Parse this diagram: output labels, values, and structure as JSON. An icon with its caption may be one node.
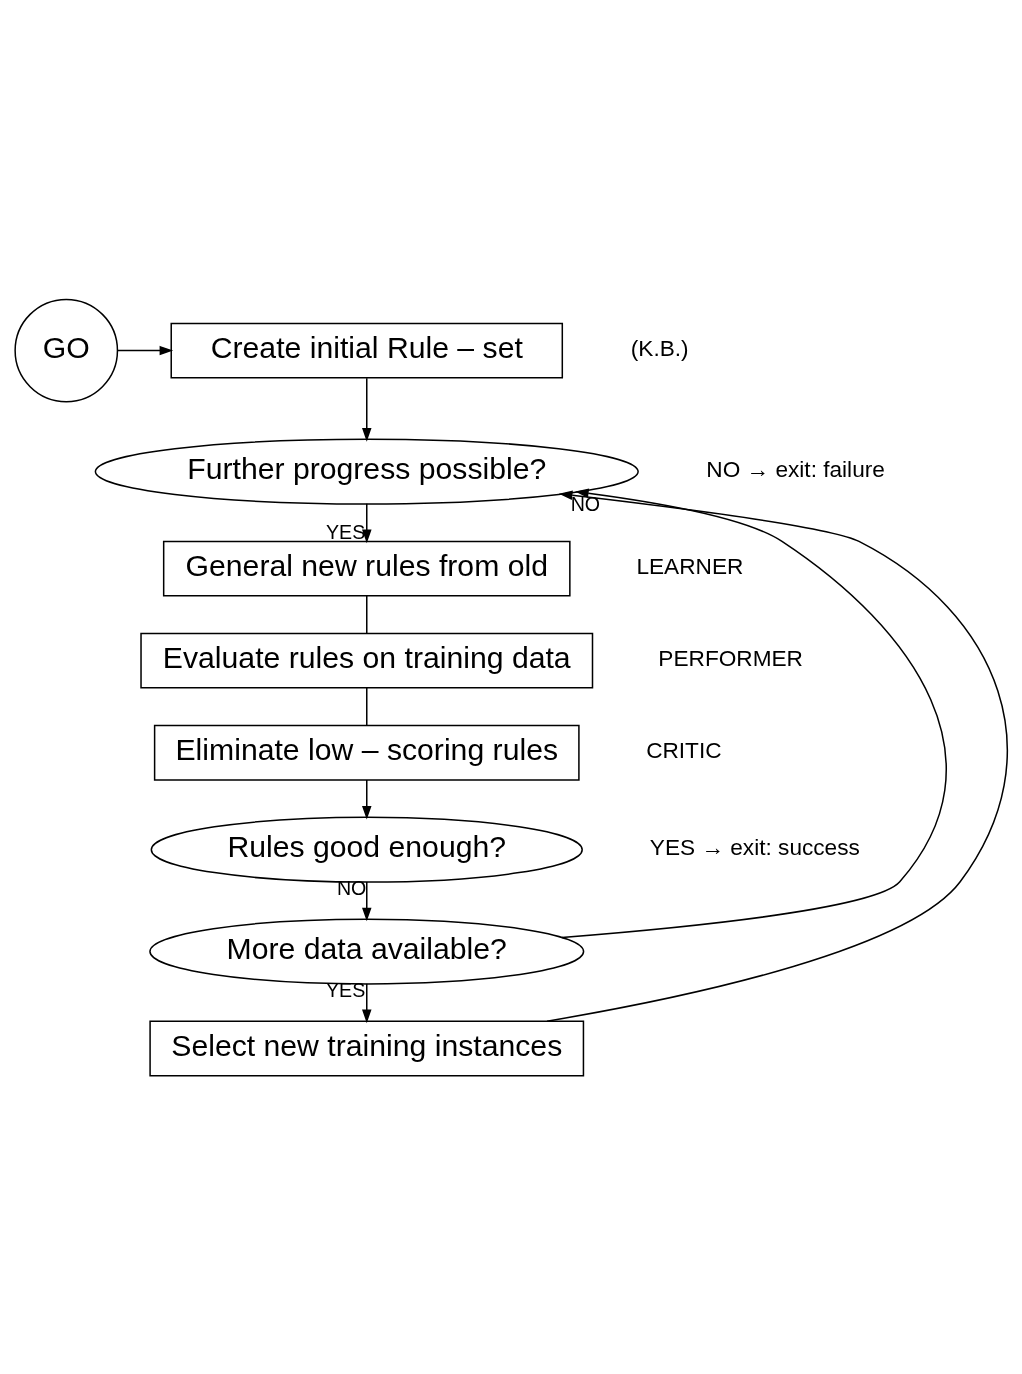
{
  "diagram": {
    "nodes": [
      {
        "text": [
          "GO"
        ]
      },
      {
        "text": [
          "Create initial Rule – set"
        ],
        "beside": [
          "(K.B.)"
        ]
      },
      {
        "text": [
          "Further progress possible?"
        ],
        "beside": [
          "NO → exit: failure"
        ]
      },
      {
        "text": [
          "General new rules from old"
        ],
        "beside": [
          "LEARNER"
        ]
      },
      {
        "text": [
          "Evaluate rules on training data"
        ],
        "beside": [
          "PERFORMER"
        ]
      },
      {
        "text": [
          "Eliminate low – scoring rules"
        ],
        "beside": [
          "CRITIC"
        ]
      },
      {
        "text": [
          "Rules good enough?"
        ],
        "beside": [
          "YES → exit: success"
        ]
      },
      {
        "text": [
          "More data available?"
        ]
      },
      {
        "text": [
          "Select new training instances"
        ]
      }
    ],
    "edges": [
      {
        "from": 0,
        "to": 1,
        "arrow": "to"
      },
      {
        "from": 1,
        "to": 2,
        "arrow": "to"
      },
      {
        "from": 2,
        "to": 3,
        "arrow": "to",
        "label": "YES"
      },
      {
        "from": 3,
        "to": 4,
        "arrow": "none"
      },
      {
        "from": 4,
        "to": 5,
        "arrow": "none"
      },
      {
        "from": 5,
        "to": 6,
        "arrow": "to"
      },
      {
        "from": 6,
        "to": 7,
        "arrow": "to",
        "label": "NO"
      },
      {
        "from": 7,
        "to": 2,
        "arrow": "to",
        "label": "NO"
      },
      {
        "from": 7,
        "to": 8,
        "arrow": "to",
        "label": "YES"
      },
      {
        "from": 8,
        "to": 2,
        "arrow": "to"
      }
    ]
  }
}
